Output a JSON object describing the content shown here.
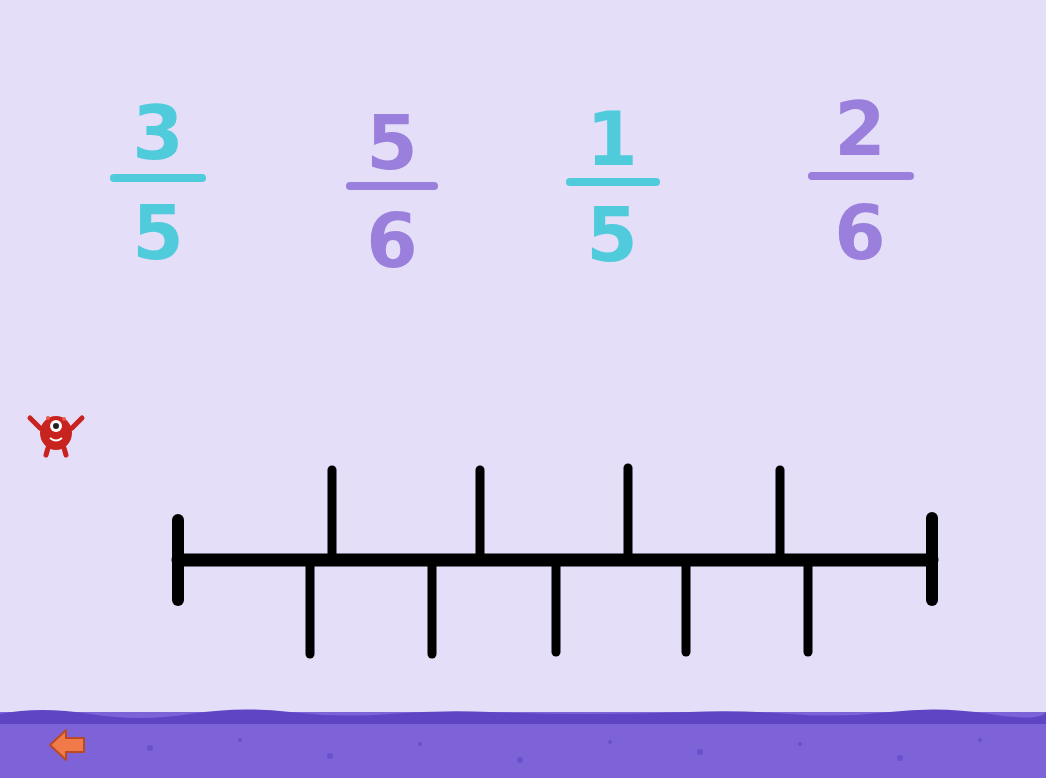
{
  "diagram": {
    "labels": [
      "3",
      "5",
      "5",
      "6",
      "1",
      "5",
      "2",
      "6"
    ]
  }
}
